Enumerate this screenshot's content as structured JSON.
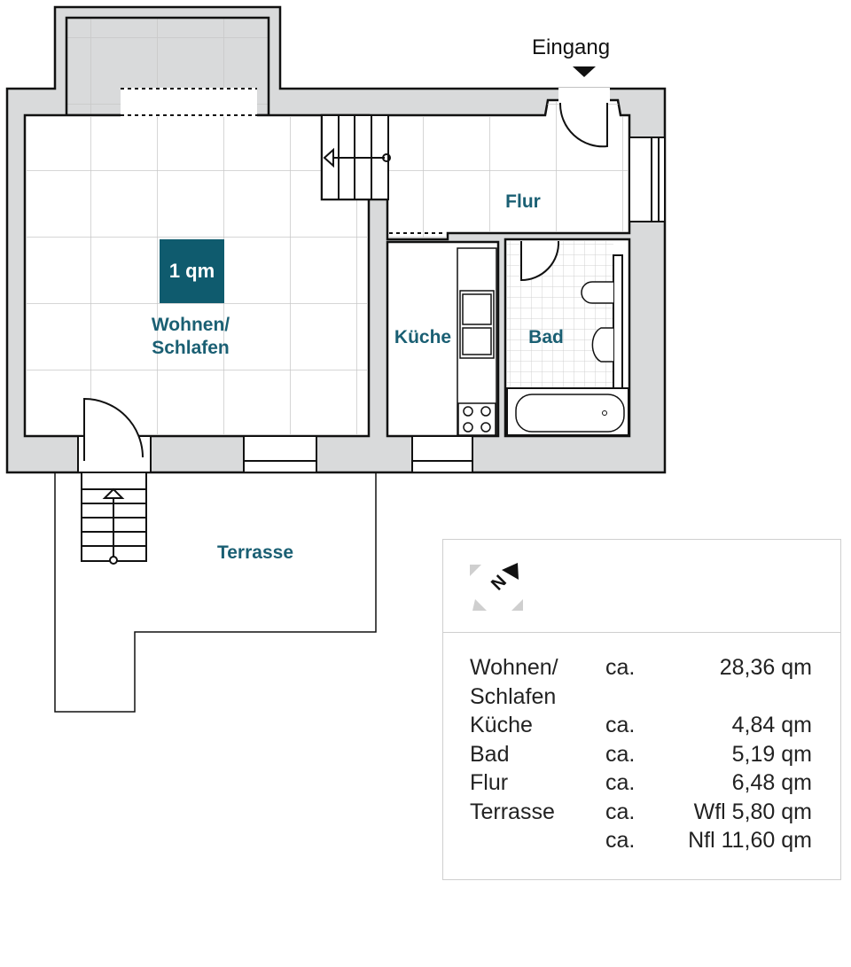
{
  "entrance_label": "Eingang",
  "scale_box": "1 qm",
  "rooms": {
    "wohnen": "Wohnen/\nSchlafen",
    "kueche": "Küche",
    "bad": "Bad",
    "flur": "Flur",
    "terrasse": "Terrasse"
  },
  "compass": {
    "label": "N"
  },
  "colors": {
    "wall": "#d9dadb",
    "label": "#1a5f73",
    "scale_box": "#0f5b6e"
  },
  "areas": [
    {
      "room": "Wohnen/",
      "approx": "ca.",
      "value": "28,36 qm"
    },
    {
      "room": "Schlafen",
      "approx": "",
      "value": ""
    },
    {
      "room": "Küche",
      "approx": "ca.",
      "value": "4,84 qm"
    },
    {
      "room": "Bad",
      "approx": "ca.",
      "value": "5,19 qm"
    },
    {
      "room": "Flur",
      "approx": "ca.",
      "value": "6,48 qm"
    },
    {
      "room": "Terrasse",
      "approx": "ca.",
      "value": "Wfl 5,80 qm"
    },
    {
      "room": "",
      "approx": "ca.",
      "value": "Nfl 11,60 qm"
    }
  ]
}
